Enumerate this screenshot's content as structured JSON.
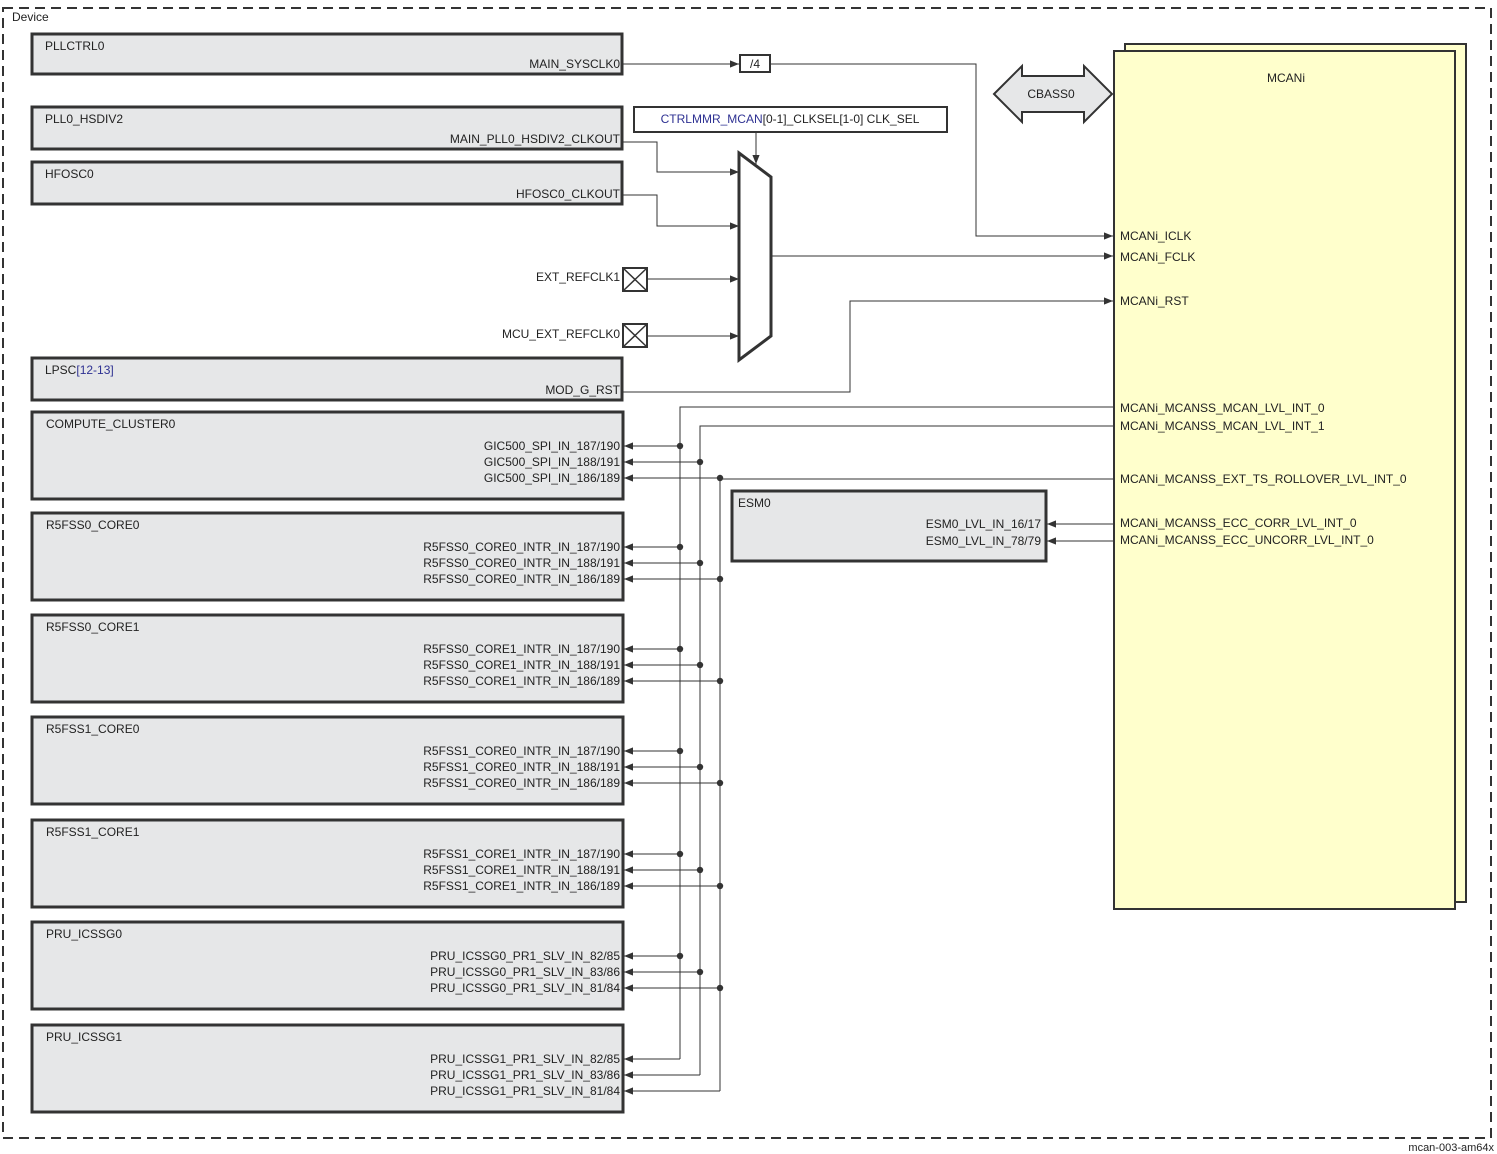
{
  "device_label": "Device",
  "figure_id": "mcan-003-am64x",
  "colors": {
    "block_fill": "#e6e7e8",
    "mcan_fill": "#ffffcc",
    "link": "#2e3192",
    "line": "#333333"
  },
  "blocks": {
    "pllctrl0": {
      "name": "PLLCTRL0",
      "signal": "MAIN_SYSCLK0"
    },
    "pll0_hsdiv2": {
      "name": "PLL0_HSDIV2",
      "signal": "MAIN_PLL0_HSDIV2_CLKOUT"
    },
    "hfosc0": {
      "name": "HFOSC0",
      "signal": "HFOSC0_CLKOUT"
    },
    "ext_refclk1": "EXT_REFCLK1",
    "mcu_ext_refclk0": "MCU_EXT_REFCLK0",
    "lpsc": {
      "name_prefix": "LPSC",
      "name_link": "[12-13]",
      "signal": "MOD_G_RST"
    },
    "divider": "/4",
    "clk_sel": {
      "link": "CTRLMMR_MCAN",
      "link2": "[0-1]",
      "text": "_CLKSEL",
      "link3": "[1-0]",
      "text2": " CLK_SEL"
    },
    "cbass": "CBASS0",
    "esm0": {
      "name": "ESM0",
      "sig1": "ESM0_LVL_IN_16/17",
      "sig2": "ESM0_LVL_IN_78/79"
    }
  },
  "mcan": {
    "title": "MCANi",
    "ports": {
      "iclk": "MCANi_ICLK",
      "fclk": "MCANi_FCLK",
      "rst": "MCANi_RST",
      "int0": "MCANi_MCANSS_MCAN_LVL_INT_0",
      "int1": "MCANi_MCANSS_MCAN_LVL_INT_1",
      "ts": "MCANi_MCANSS_EXT_TS_ROLLOVER_LVL_INT_0",
      "ecc_corr": "MCANi_MCANSS_ECC_CORR_LVL_INT_0",
      "ecc_uncorr": "MCANi_MCANSS_ECC_UNCORR_LVL_INT_0"
    }
  },
  "targets": [
    {
      "name": "COMPUTE_CLUSTER0",
      "signals": [
        "GIC500_SPI_IN_187/190",
        "GIC500_SPI_IN_188/191",
        "GIC500_SPI_IN_186/189"
      ]
    },
    {
      "name": "R5FSS0_CORE0",
      "signals": [
        "R5FSS0_CORE0_INTR_IN_187/190",
        "R5FSS0_CORE0_INTR_IN_188/191",
        "R5FSS0_CORE0_INTR_IN_186/189"
      ]
    },
    {
      "name": "R5FSS0_CORE1",
      "signals": [
        "R5FSS0_CORE1_INTR_IN_187/190",
        "R5FSS0_CORE1_INTR_IN_188/191",
        "R5FSS0_CORE1_INTR_IN_186/189"
      ]
    },
    {
      "name": "R5FSS1_CORE0",
      "signals": [
        "R5FSS1_CORE0_INTR_IN_187/190",
        "R5FSS1_CORE0_INTR_IN_188/191",
        "R5FSS1_CORE0_INTR_IN_186/189"
      ]
    },
    {
      "name": "R5FSS1_CORE1",
      "signals": [
        "R5FSS1_CORE1_INTR_IN_187/190",
        "R5FSS1_CORE1_INTR_IN_188/191",
        "R5FSS1_CORE1_INTR_IN_186/189"
      ]
    },
    {
      "name": "PRU_ICSSG0",
      "signals": [
        "PRU_ICSSG0_PR1_SLV_IN_82/85",
        "PRU_ICSSG0_PR1_SLV_IN_83/86",
        "PRU_ICSSG0_PR1_SLV_IN_81/84"
      ]
    },
    {
      "name": "PRU_ICSSG1",
      "signals": [
        "PRU_ICSSG1_PR1_SLV_IN_82/85",
        "PRU_ICSSG1_PR1_SLV_IN_83/86",
        "PRU_ICSSG1_PR1_SLV_IN_81/84"
      ]
    }
  ]
}
